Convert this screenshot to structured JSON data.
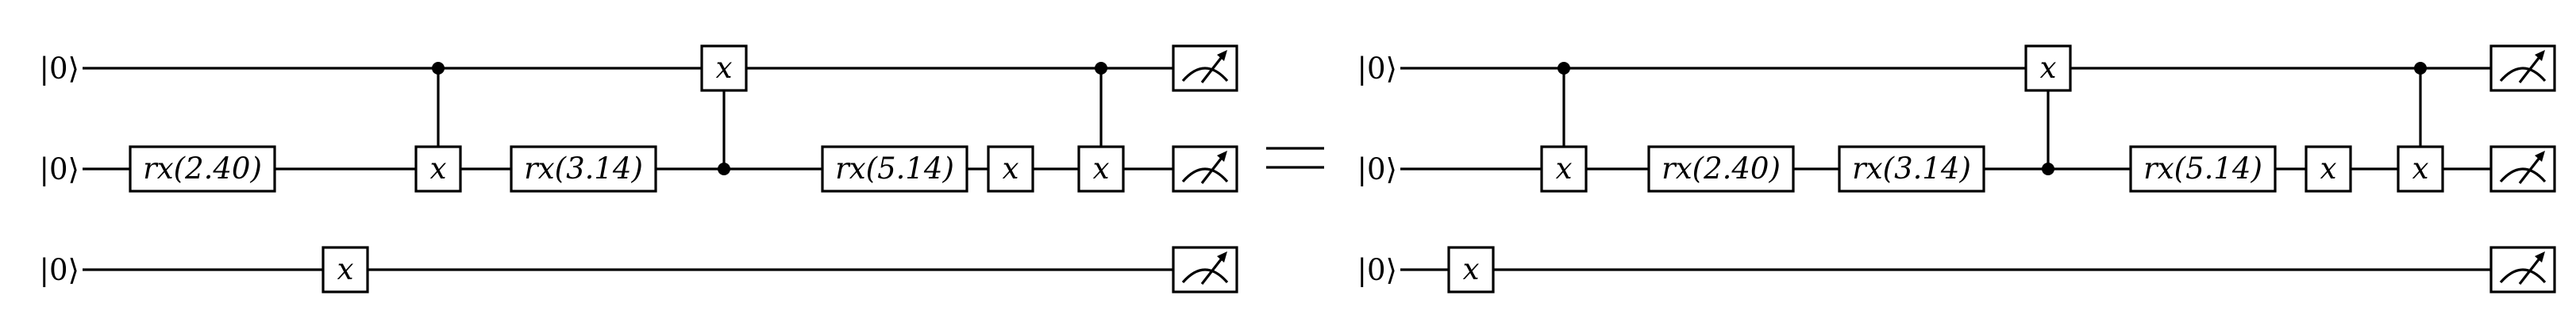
{
  "circuits": [
    {
      "name": "left",
      "qubits": [
        {
          "label": "|0⟩"
        },
        {
          "label": "|0⟩"
        },
        {
          "label": "|0⟩"
        }
      ],
      "ops": [
        {
          "type": "gate",
          "label": "rx(2.40)",
          "qubit": 1,
          "col": 0
        },
        {
          "type": "gate",
          "label": "x",
          "qubit": 2,
          "col": 1
        },
        {
          "type": "cnot",
          "control": 0,
          "target": 1,
          "label": "x",
          "col": 2
        },
        {
          "type": "gate",
          "label": "rx(3.14)",
          "qubit": 1,
          "col": 3
        },
        {
          "type": "cnot",
          "control": 1,
          "target": 0,
          "label": "x",
          "col": 4
        },
        {
          "type": "gate",
          "label": "rx(5.14)",
          "qubit": 1,
          "col": 5
        },
        {
          "type": "gate",
          "label": "x",
          "qubit": 1,
          "col": 6
        },
        {
          "type": "cnot",
          "control": 0,
          "target": 1,
          "label": "x",
          "col": 7
        },
        {
          "type": "measure",
          "qubit": 0
        },
        {
          "type": "measure",
          "qubit": 1
        },
        {
          "type": "measure",
          "qubit": 2
        }
      ]
    },
    {
      "name": "right",
      "qubits": [
        {
          "label": "|0⟩"
        },
        {
          "label": "|0⟩"
        },
        {
          "label": "|0⟩"
        }
      ],
      "ops": [
        {
          "type": "gate",
          "label": "x",
          "qubit": 2,
          "col": 0
        },
        {
          "type": "cnot",
          "control": 0,
          "target": 1,
          "label": "x",
          "col": 1
        },
        {
          "type": "gate",
          "label": "rx(2.40)",
          "qubit": 1,
          "col": 2
        },
        {
          "type": "gate",
          "label": "rx(3.14)",
          "qubit": 1,
          "col": 3
        },
        {
          "type": "cnot",
          "control": 1,
          "target": 0,
          "label": "x",
          "col": 4
        },
        {
          "type": "gate",
          "label": "rx(5.14)",
          "qubit": 1,
          "col": 5
        },
        {
          "type": "gate",
          "label": "x",
          "qubit": 1,
          "col": 6
        },
        {
          "type": "cnot",
          "control": 0,
          "target": 1,
          "label": "x",
          "col": 7
        },
        {
          "type": "measure",
          "qubit": 0
        },
        {
          "type": "measure",
          "qubit": 1
        },
        {
          "type": "measure",
          "qubit": 2
        }
      ]
    }
  ]
}
